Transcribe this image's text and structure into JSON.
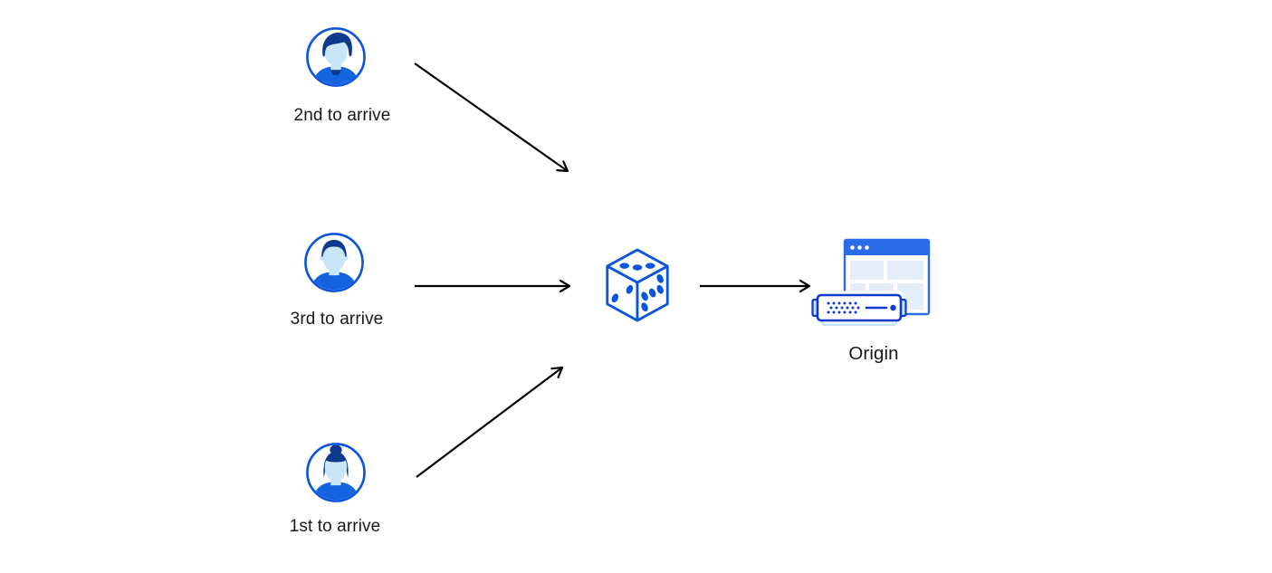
{
  "diagram": {
    "nodes": {
      "visitor_second": {
        "label": "2nd to arrive",
        "icon": "man-wavy-hair-avatar-icon"
      },
      "visitor_third": {
        "label": "3rd to arrive",
        "icon": "man-short-hair-avatar-icon"
      },
      "visitor_first": {
        "label": "1st to arrive",
        "icon": "woman-bun-avatar-icon"
      },
      "random_selector": {
        "icon": "dice-icon"
      },
      "origin": {
        "label": "Origin",
        "icon": "origin-server-icon"
      }
    },
    "arrows": [
      {
        "from": "visitor_second",
        "to": "random_selector"
      },
      {
        "from": "visitor_third",
        "to": "random_selector"
      },
      {
        "from": "visitor_first",
        "to": "random_selector"
      },
      {
        "from": "random_selector",
        "to": "origin"
      }
    ],
    "colors": {
      "accent_blue": "#0a55dc",
      "navy_hair": "#0e3a8e",
      "face_light_blue": "#c9e6f8",
      "shirt_blue": "#1463e0",
      "titlebar_blue": "#2a6ce8",
      "window_panel_blue": "#e4eef8",
      "server_blue": "#1139cc",
      "server_ear_blue": "#bfe3f7",
      "stack_blue": "#bfe3f7",
      "arrow_color": "#000000",
      "text_color": "#18181a",
      "background": "#ffffff"
    }
  }
}
